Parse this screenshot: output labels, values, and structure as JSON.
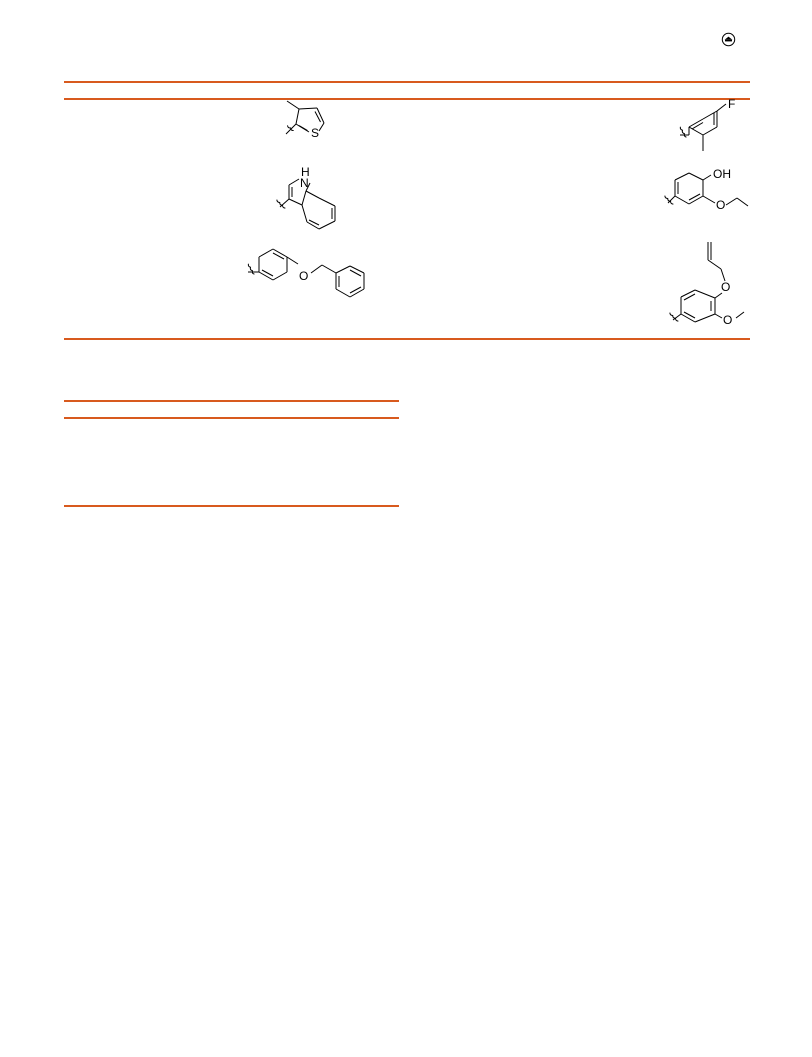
{
  "page": {
    "corner_icon": "circle-arrow-icon",
    "rule_color": "#d85a1e"
  },
  "table_1": {
    "structures": [
      {
        "name": "3-methylthiophen-2-yl",
        "atom_labels": {
          "s": "S"
        }
      },
      {
        "name": "4-fluoro-2-methylphenyl",
        "atom_labels": {
          "f": "F"
        }
      },
      {
        "name": "indol-3-yl",
        "atom_labels": {
          "nh": "H",
          "n": "N"
        }
      },
      {
        "name": "3-ethoxy-4-hydroxyphenyl",
        "atom_labels": {
          "oh": "OH",
          "o": "O"
        }
      },
      {
        "name": "3-(benzyloxy)phenyl",
        "atom_labels": {
          "o": "O"
        }
      },
      {
        "name": "4-(allyloxy)-3-methoxyphenyl",
        "atom_labels": {
          "o1": "O",
          "o2": "O"
        }
      }
    ]
  },
  "table_2": {}
}
